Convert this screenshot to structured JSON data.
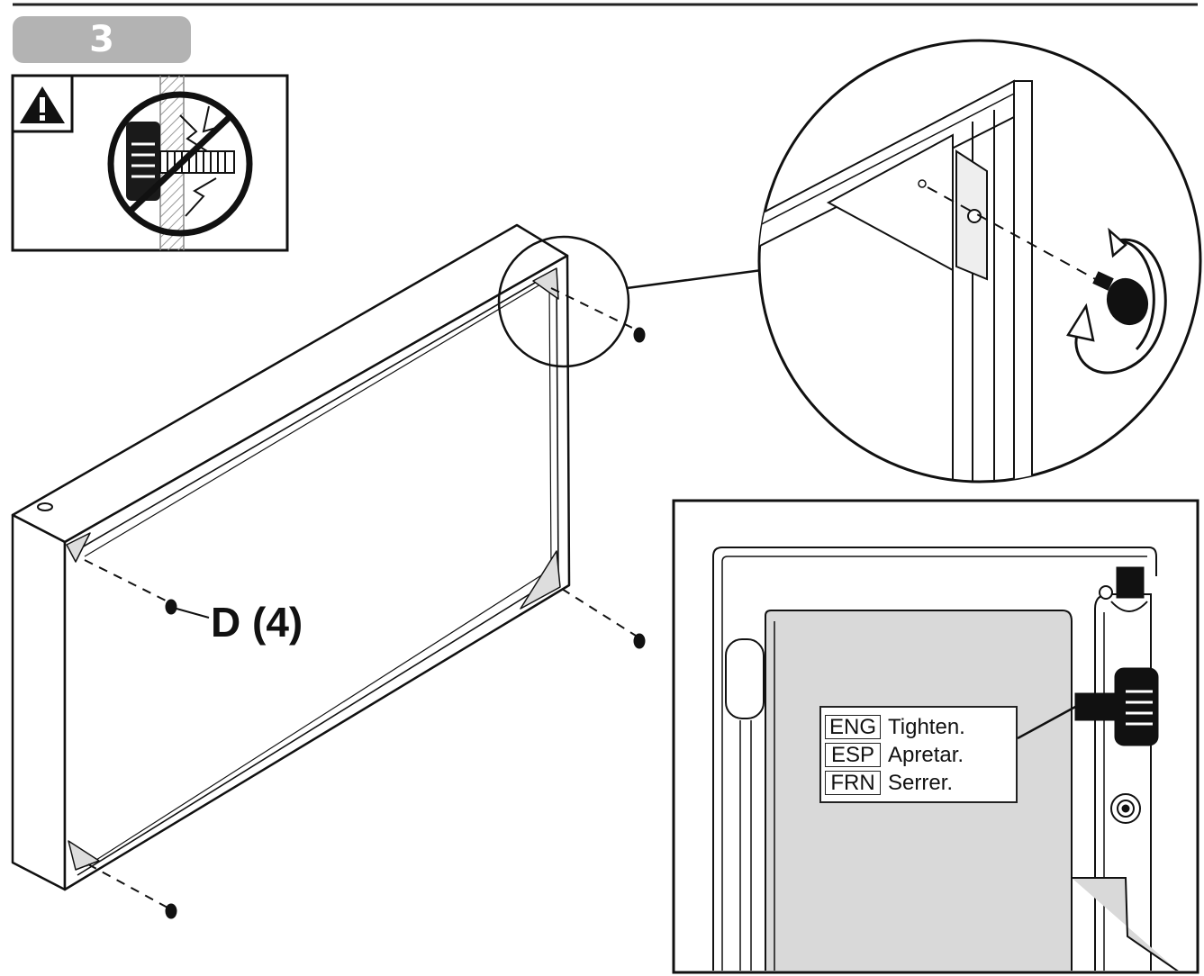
{
  "step": {
    "number": "3"
  },
  "part": {
    "label": "D (4)"
  },
  "instructions": {
    "rows": [
      {
        "code": "ENG",
        "text": "Tighten."
      },
      {
        "code": "ESP",
        "text": "Apretar."
      },
      {
        "code": "FRN",
        "text": "Serrer."
      }
    ]
  },
  "colors": {
    "line": "#111111",
    "badge": "#b3b3b3",
    "panel_fill": "#d9d9d9"
  },
  "icons": [
    "warning-icon",
    "prohibited-icon",
    "rotation-arrow-icon",
    "knob-screw-icon"
  ]
}
